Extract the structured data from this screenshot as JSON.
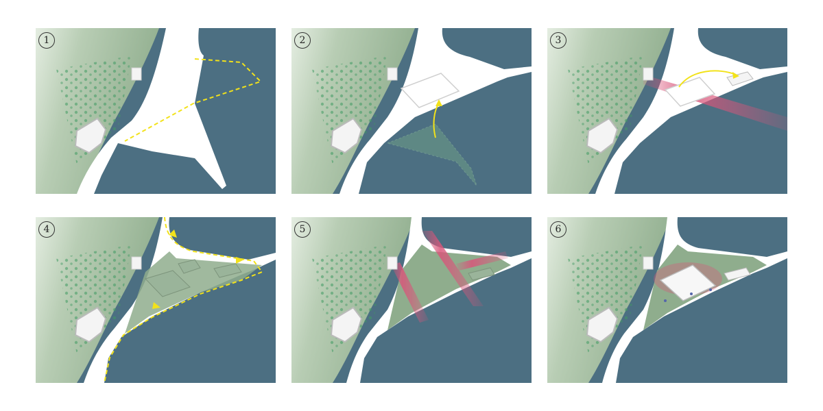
{
  "colors": {
    "water": "#4c6f82",
    "land": "#9fb99c",
    "land_light": "#e3ece0",
    "ground": "#ffffff",
    "trees": "#3f9a62",
    "boundary": "#f2e21a",
    "axis": "#d9557a"
  },
  "steps": [
    {
      "label": "1"
    },
    {
      "label": "2"
    },
    {
      "label": "3"
    },
    {
      "label": "4"
    },
    {
      "label": "5"
    },
    {
      "label": "6"
    }
  ]
}
